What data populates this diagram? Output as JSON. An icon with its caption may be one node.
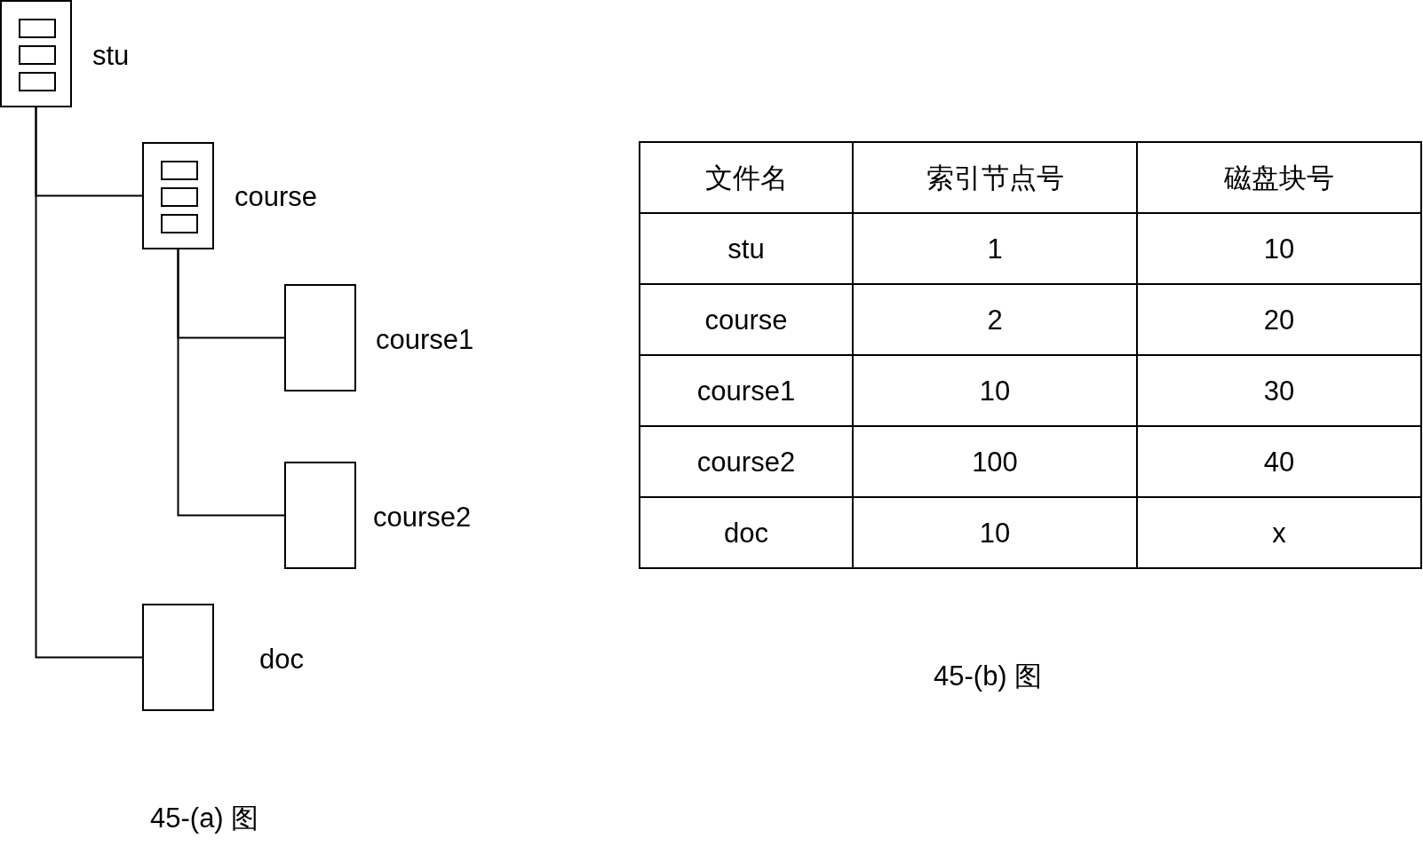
{
  "diagram": {
    "nodes": [
      {
        "text": [],
        "shape": "box",
        "beside": [
          "stu"
        ]
      },
      {
        "text": [],
        "shape": "box",
        "in": 0
      },
      {
        "text": [],
        "shape": "box",
        "in": 0
      },
      {
        "text": [],
        "shape": "box",
        "in": 0
      },
      {
        "text": [],
        "shape": "box",
        "beside": [
          "course"
        ]
      },
      {
        "text": [],
        "shape": "box",
        "in": 4
      },
      {
        "text": [],
        "shape": "box",
        "in": 4
      },
      {
        "text": [],
        "shape": "box",
        "in": 4
      },
      {
        "text": [],
        "shape": "box",
        "beside": [
          "course1"
        ]
      },
      {
        "text": [],
        "shape": "box",
        "beside": [
          "course2"
        ]
      },
      {
        "text": [],
        "shape": "box",
        "beside": [
          "doc"
        ]
      }
    ],
    "edges": [
      {
        "from": 0,
        "to": 4,
        "arrow": "none"
      },
      {
        "from": 0,
        "to": 10,
        "arrow": "none"
      },
      {
        "from": 4,
        "to": 8,
        "arrow": "none"
      },
      {
        "from": 4,
        "to": 9,
        "arrow": "none"
      }
    ],
    "labels": [
      "45-(a) 图",
      "文件名",
      "索引节点号",
      "磁盘块号",
      "stu",
      "1",
      "10",
      "course",
      "2",
      "20",
      "course1",
      "10",
      "30",
      "course2",
      "100",
      "40",
      "doc",
      "10",
      "x",
      "45-(b) 图"
    ]
  }
}
